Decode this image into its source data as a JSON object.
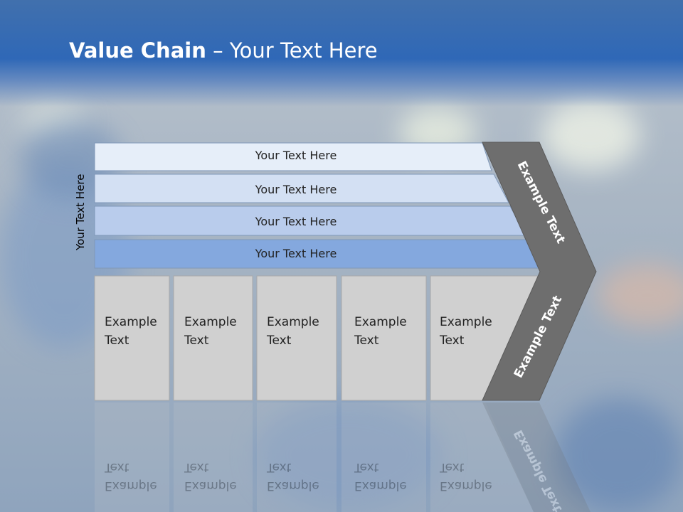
{
  "title": {
    "bold": "Value Chain",
    "rest": " – Your Text Here"
  },
  "vertical_label": "Your Text Here",
  "bars": [
    "Your Text Here",
    "Your Text Here",
    "Your Text Here",
    "Your Text Here"
  ],
  "cells": [
    {
      "line1": "Example",
      "line2": "Text"
    },
    {
      "line1": "Example",
      "line2": "Text"
    },
    {
      "line1": "Example",
      "line2": "Text"
    },
    {
      "line1": "Example",
      "line2": "Text"
    },
    {
      "line1": "Example",
      "line2": "Text"
    }
  ],
  "chevron": {
    "top_label": "Example Text",
    "bottom_label": "Example Text"
  },
  "colors": {
    "header": "#2f68b7",
    "bars": [
      "#e6eef9",
      "#d3e0f3",
      "#b9ccec",
      "#84a8de"
    ],
    "cells": "#d0d0d0",
    "chevron": "#6e6e6e"
  }
}
